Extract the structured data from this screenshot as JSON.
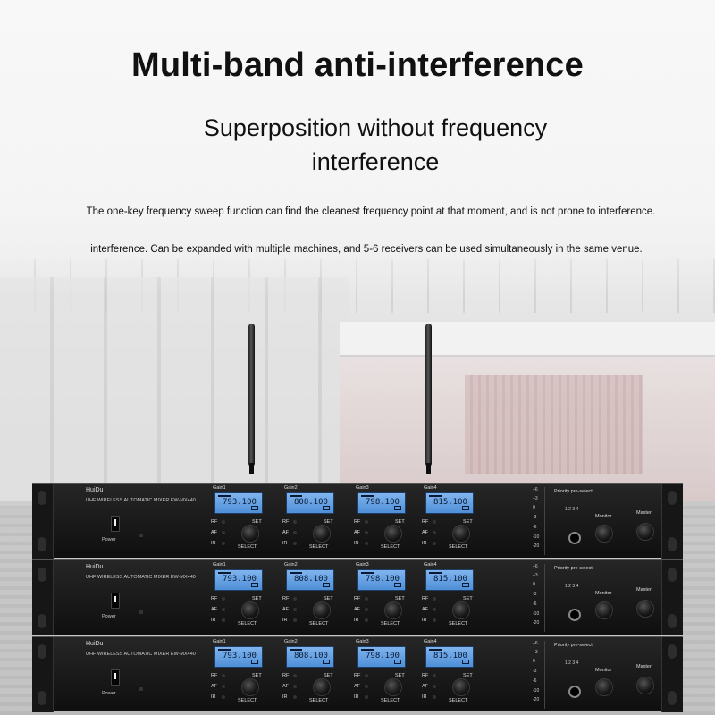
{
  "headline": {
    "title": "Multi-band anti-interference",
    "subtitle": "Superposition without frequency interference",
    "description_line1": "The one-key frequency sweep function can find the cleanest frequency point at that moment, and is not prone to interference.",
    "description_line2": "interference. Can be expanded with multiple machines, and 5-6 receivers can be used simultaneously in the same venue."
  },
  "device": {
    "brand": "HuiDu",
    "model": "UHF WIRELESS AUTOMATIC MIXER  EW-MX440",
    "power_label": "Power",
    "channels": [
      {
        "gain": "Gain1",
        "freq": "793.100"
      },
      {
        "gain": "Gain2",
        "freq": "808.100"
      },
      {
        "gain": "Gain3",
        "freq": "798.100"
      },
      {
        "gain": "Gain4",
        "freq": "815.100"
      }
    ],
    "rf_label": "RF",
    "af_label": "AF",
    "ir_label": "IR",
    "set_label": "SET",
    "select_label": "SELECT",
    "meter_ticks": [
      "+6",
      "+3",
      "0",
      "-3",
      "-6",
      "-10",
      "-20"
    ],
    "priority_label": "Priority pre-select",
    "priority_numbers": "1 2 3 4",
    "monitor_label": "Monitor",
    "master_label": "Master"
  },
  "colors": {
    "lcd": "#5c98de",
    "panel": "#141414"
  }
}
